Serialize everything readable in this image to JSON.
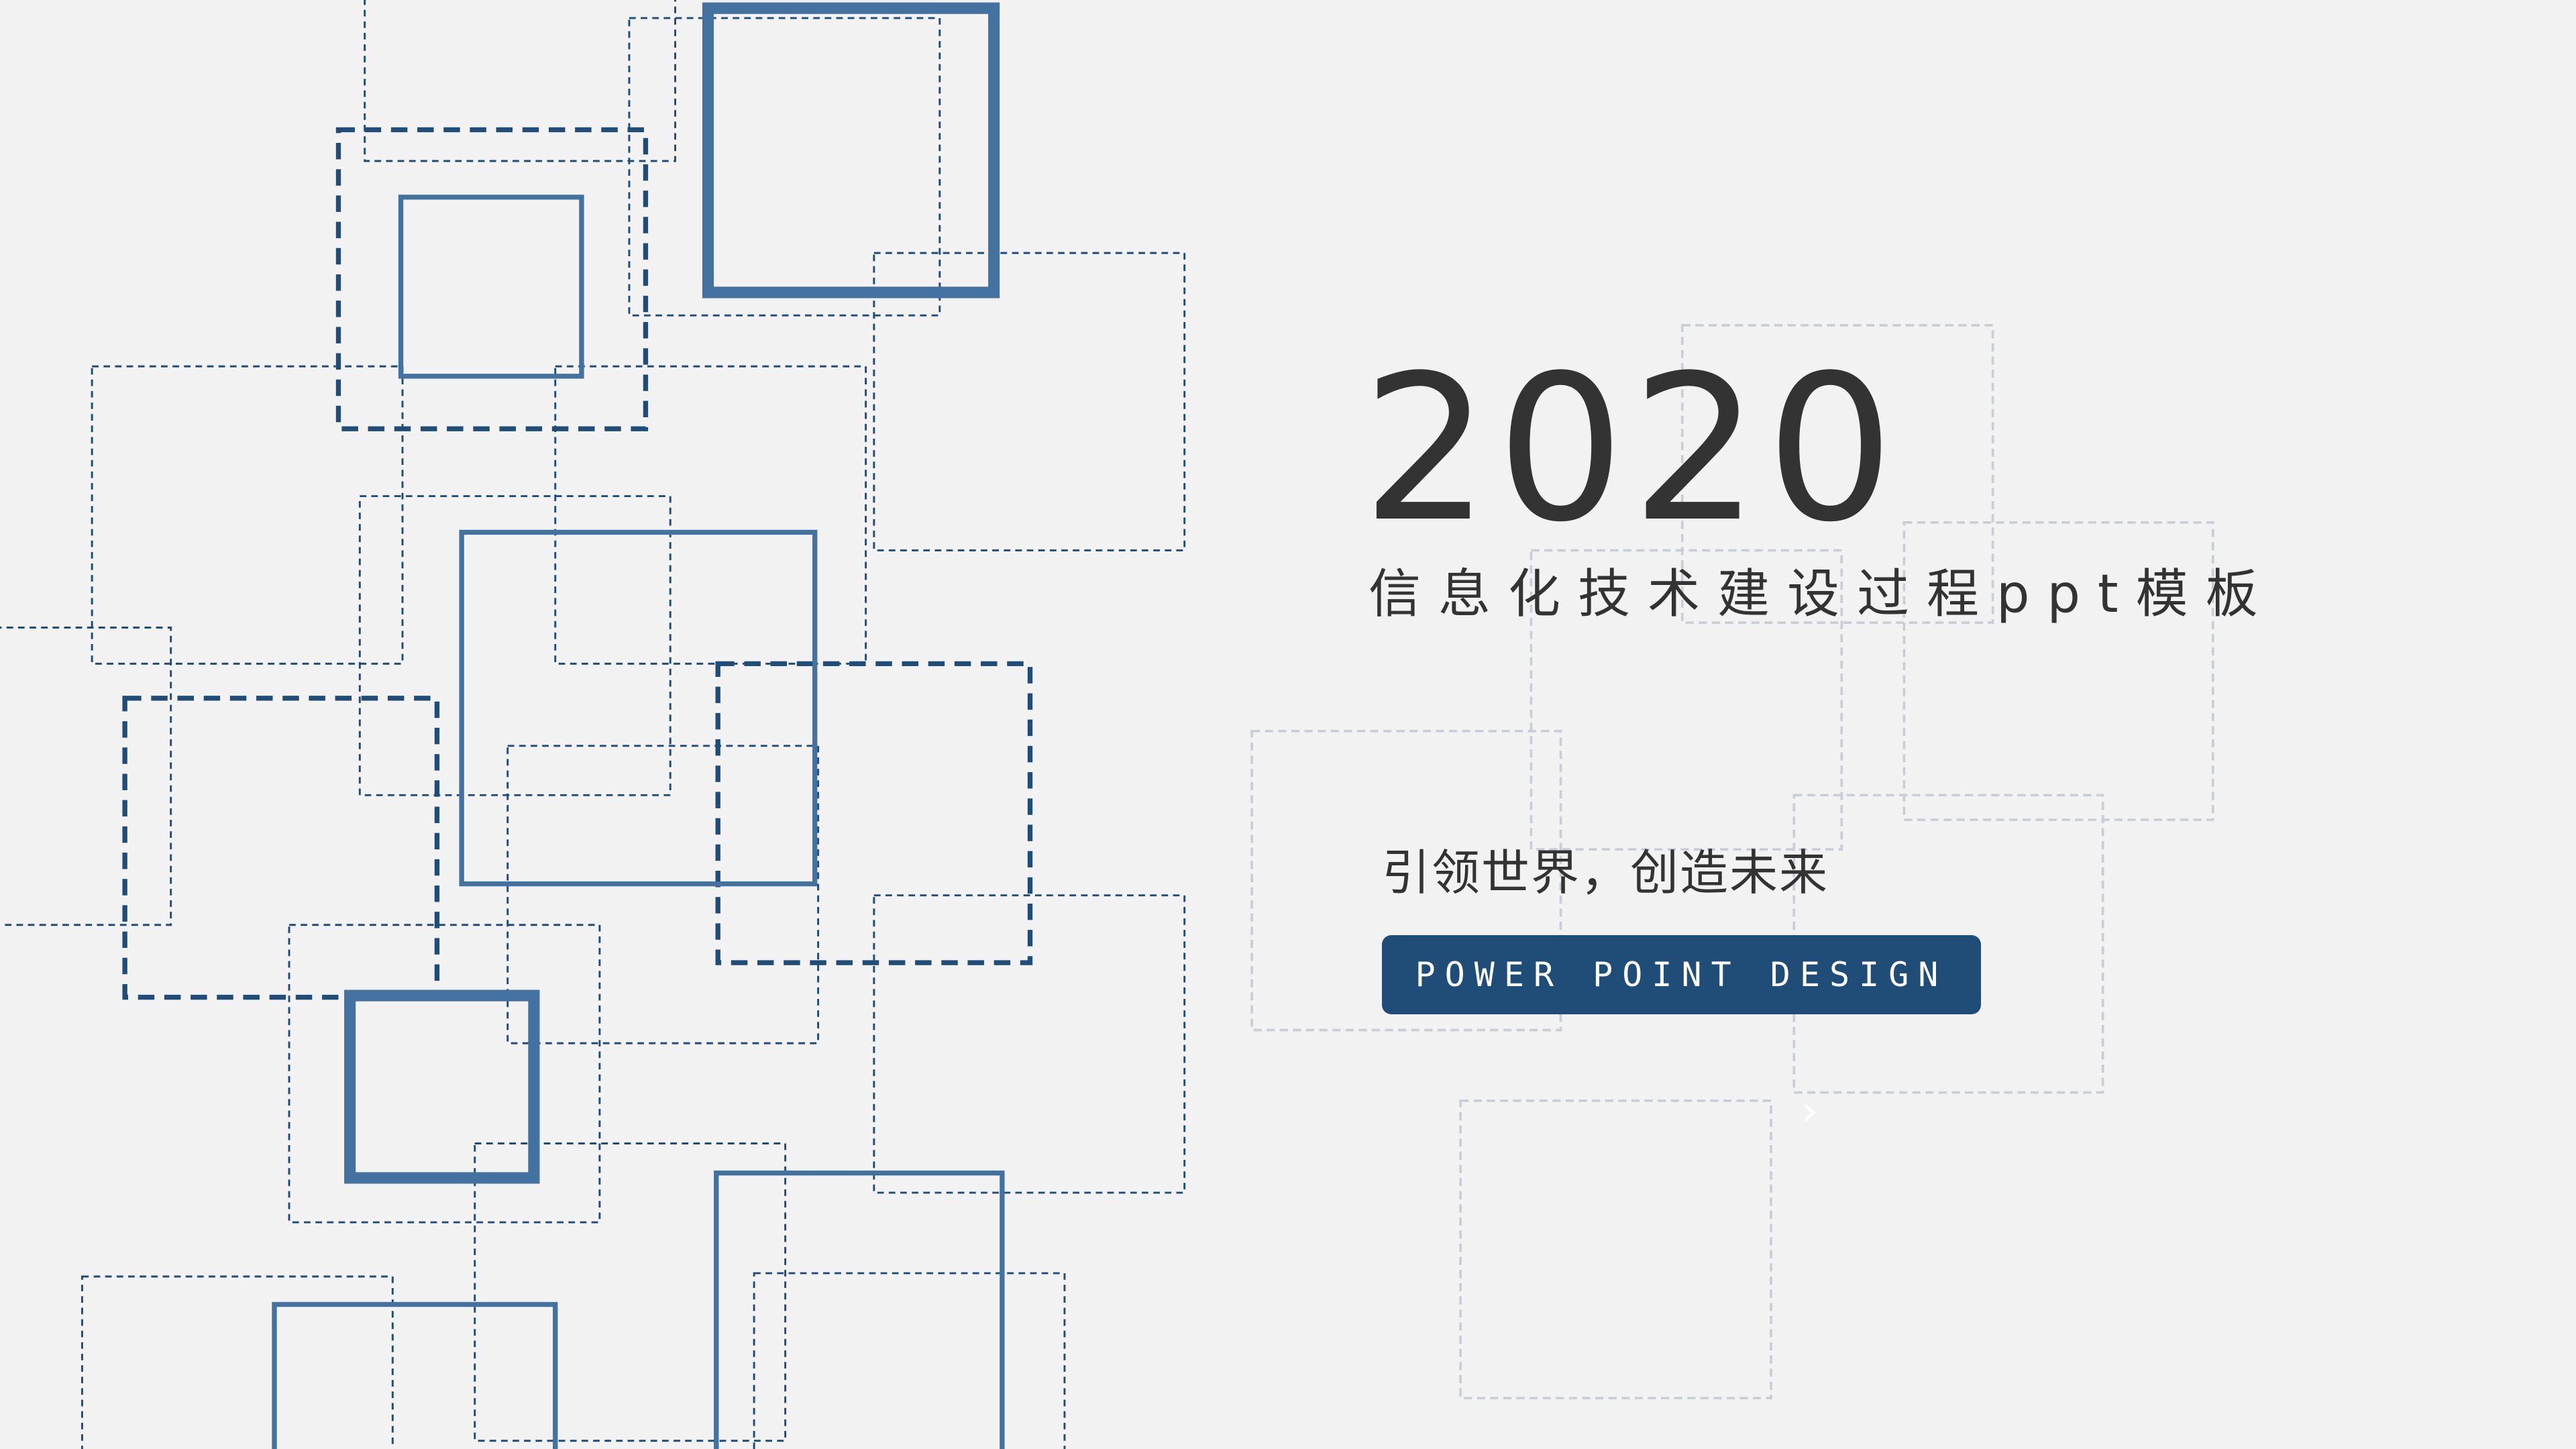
{
  "slide": {
    "year": "2020",
    "subtitle": "信息化技术建设过程ppt模板",
    "slogan": "引领世界，创造未来",
    "button_label": "POWER POINT DESIGN",
    "chevron_icon": "chevron-right-icon"
  },
  "colors": {
    "background": "#f2f2f2",
    "primary": "#1f4d78",
    "accent": "#4472a0",
    "light_outline": "#c9ced6",
    "text": "#333333"
  }
}
